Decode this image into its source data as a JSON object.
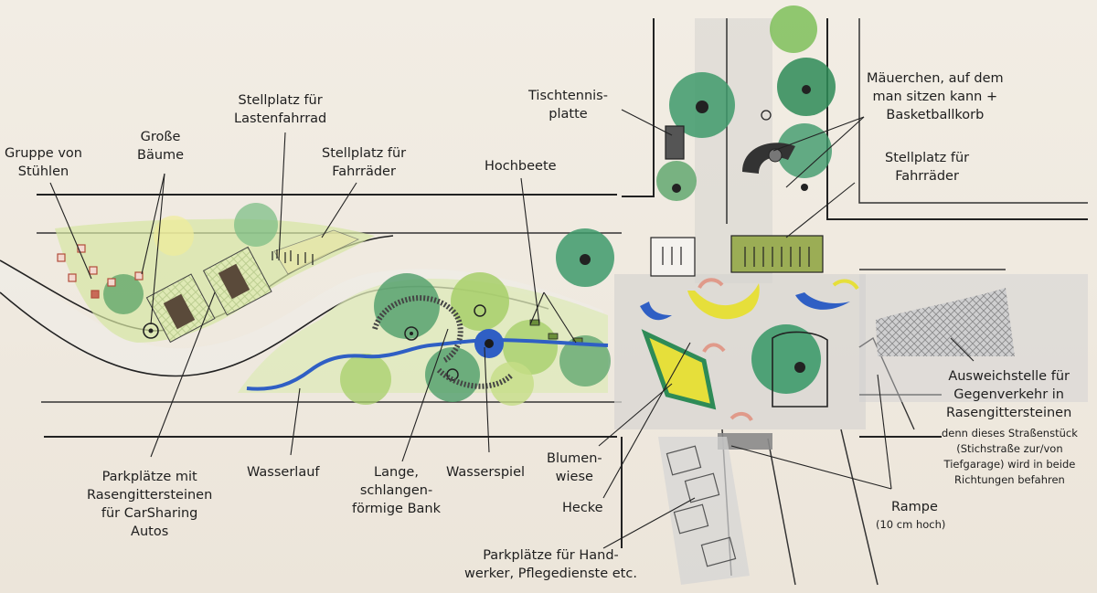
{
  "labels": {
    "stuehle": [
      "Gruppe von",
      "Stühlen"
    ],
    "baeume": [
      "Große",
      "Bäume"
    ],
    "lastenrad": [
      "Stellplatz für",
      "Lastenfahrrad"
    ],
    "fahrraeder1": [
      "Stellplatz für",
      "Fahrräder"
    ],
    "hochbeete": [
      "Hochbeete"
    ],
    "tischtennis": [
      "Tischtennis-",
      "platte"
    ],
    "maeuerchen": [
      "Mäuerchen, auf dem",
      "man sitzen kann +",
      "Basketballkorb"
    ],
    "fahrraeder2": [
      "Stellplatz für",
      "Fahrräder"
    ],
    "ausweich": [
      "Ausweichstelle für",
      "Gegenverkehr in",
      "Rasengittersteinen"
    ],
    "ausweich_note": [
      "denn dieses Straßenstück",
      "(Stichstraße zur/von",
      "Tiefgarage) wird in beide",
      "Richtungen befahren"
    ],
    "rampe": [
      "Rampe"
    ],
    "rampe_note": [
      "(10 cm hoch)"
    ],
    "handwerker": [
      "Parkplätze für Hand-",
      "werker, Pflegedienste etc."
    ],
    "hecke": [
      "Hecke"
    ],
    "blumenwiese": [
      "Blumen-",
      "wiese"
    ],
    "wasserspiel": [
      "Wasserspiel"
    ],
    "bank": [
      "Lange,",
      "schlangen-",
      "förmige Bank"
    ],
    "wasserlauf": [
      "Wasserlauf"
    ],
    "parkplaetze_car": [
      "Parkplätze mit",
      "Rasengittersteinen",
      "für CarSharing",
      "Autos"
    ]
  },
  "colors": {
    "paper": "#f2ede4",
    "ink": "#1e1e1e",
    "tree_green": "#2e8b57",
    "light_green": "#b9d86a",
    "water_blue": "#2f5fc4",
    "flower_yellow": "#e6df3a",
    "path_grey": "#b5b5b5"
  }
}
